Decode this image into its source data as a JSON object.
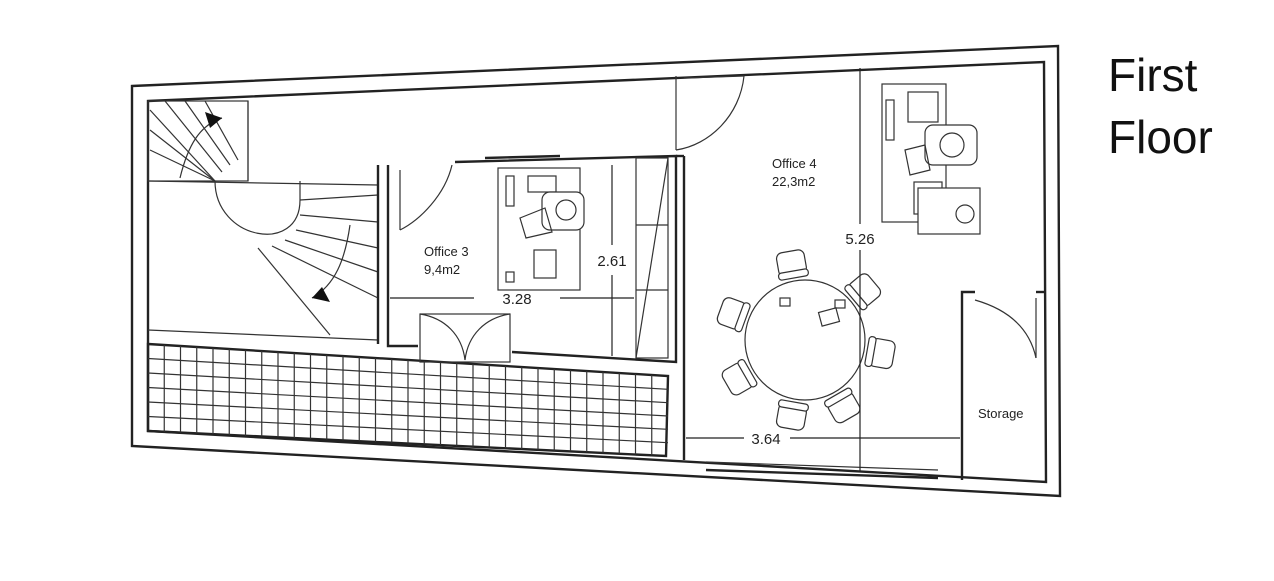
{
  "title": {
    "line1": "First",
    "line2": "Floor"
  },
  "rooms": {
    "office3": {
      "name": "Office 3",
      "area": "9,4m2"
    },
    "office4": {
      "name": "Office 4",
      "area": "22,3m2"
    },
    "storage": {
      "name": "Storage"
    }
  },
  "dimensions": {
    "office3_width": "3.28",
    "office3_depth": "2.61",
    "office4_width": "3.64",
    "office4_depth": "5.26"
  }
}
